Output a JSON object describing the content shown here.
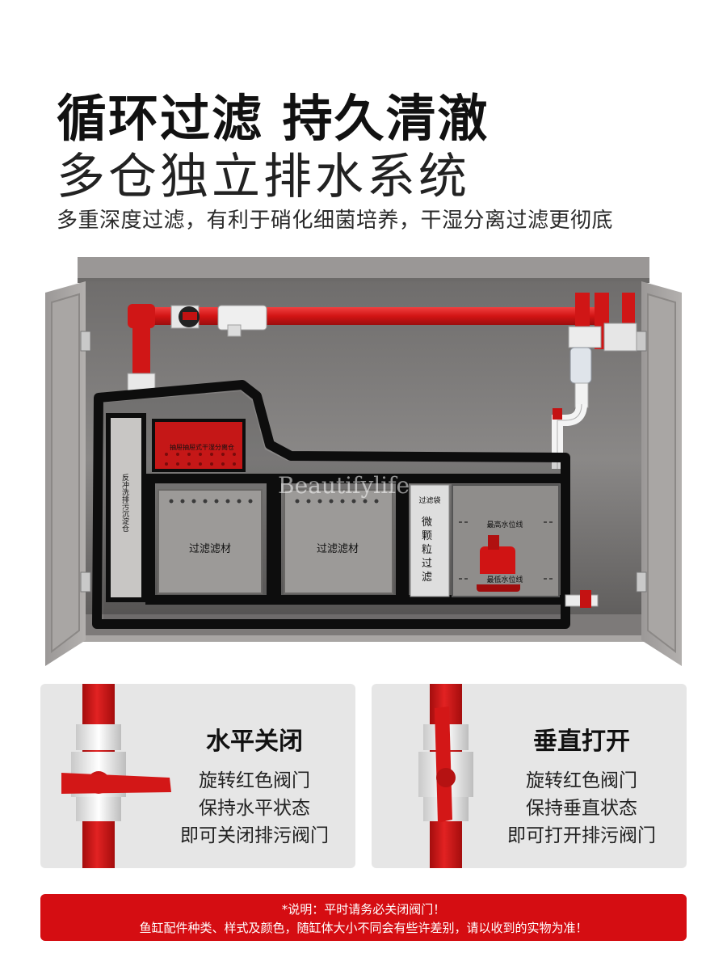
{
  "header": {
    "title_line1": "循环过滤 持久清澈",
    "title_line2": "多仓独立排水系统",
    "subtitle": "多重深度过滤，有利于硝化细菌培养，干湿分离过滤更彻底"
  },
  "diagram": {
    "top_chamber_label": "抽屉抽屉式干湿分离仓",
    "left_vertical_label": "反冲洗排污沉淀仓",
    "filter1_label": "过滤滤材",
    "filter2_label": "过滤滤材",
    "bag_label": "过滤袋",
    "micro_label": "微颗粒过滤",
    "max_level": "最高水位线",
    "min_level": "最低水位线",
    "watermark": "Beautifylife",
    "colors": {
      "pipe": "#d81c1c",
      "cabinet": "#8e8a88",
      "tank": "#0e0e0e"
    }
  },
  "panels": {
    "horizontal": {
      "title": "水平关闭",
      "line1": "旋转红色阀门",
      "line2": "保持水平状态",
      "line3": "即可关闭排污阀门"
    },
    "vertical": {
      "title": "垂直打开",
      "line1": "旋转红色阀门",
      "line2": "保持垂直状态",
      "line3": "即可打开排污阀门"
    }
  },
  "banner": {
    "line1": "*说明：平时请务必关闭阀门！",
    "line2": "鱼缸配件种类、样式及颜色，随缸体大小不同会有些许差别，请以收到的实物为准！"
  }
}
